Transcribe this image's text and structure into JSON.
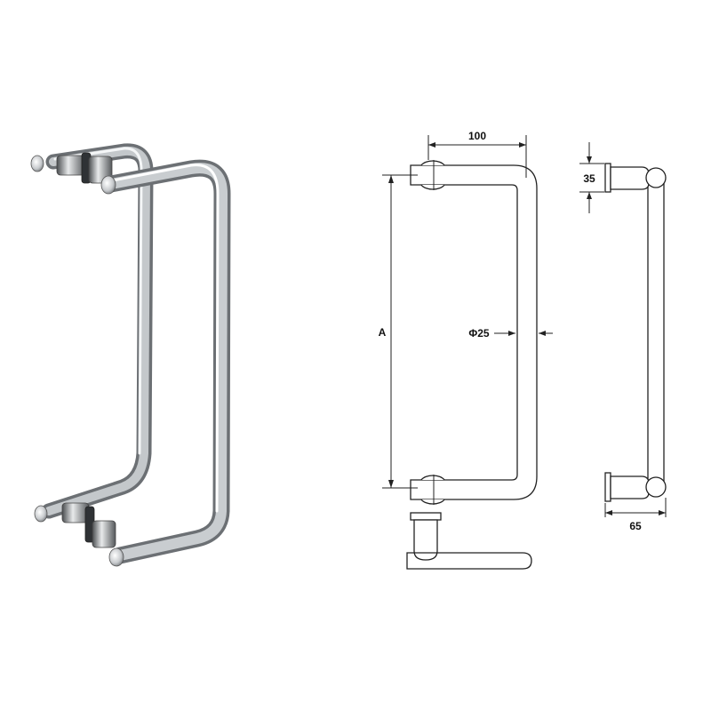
{
  "dimensions": {
    "width": "100",
    "height": "A",
    "diameter": "Φ25",
    "base_height": "35",
    "depth": "65"
  },
  "colors": {
    "steel_light": "#f2f4f5",
    "steel_mid": "#b9bdc0",
    "steel_dark": "#6c7074",
    "line": "#222222"
  }
}
